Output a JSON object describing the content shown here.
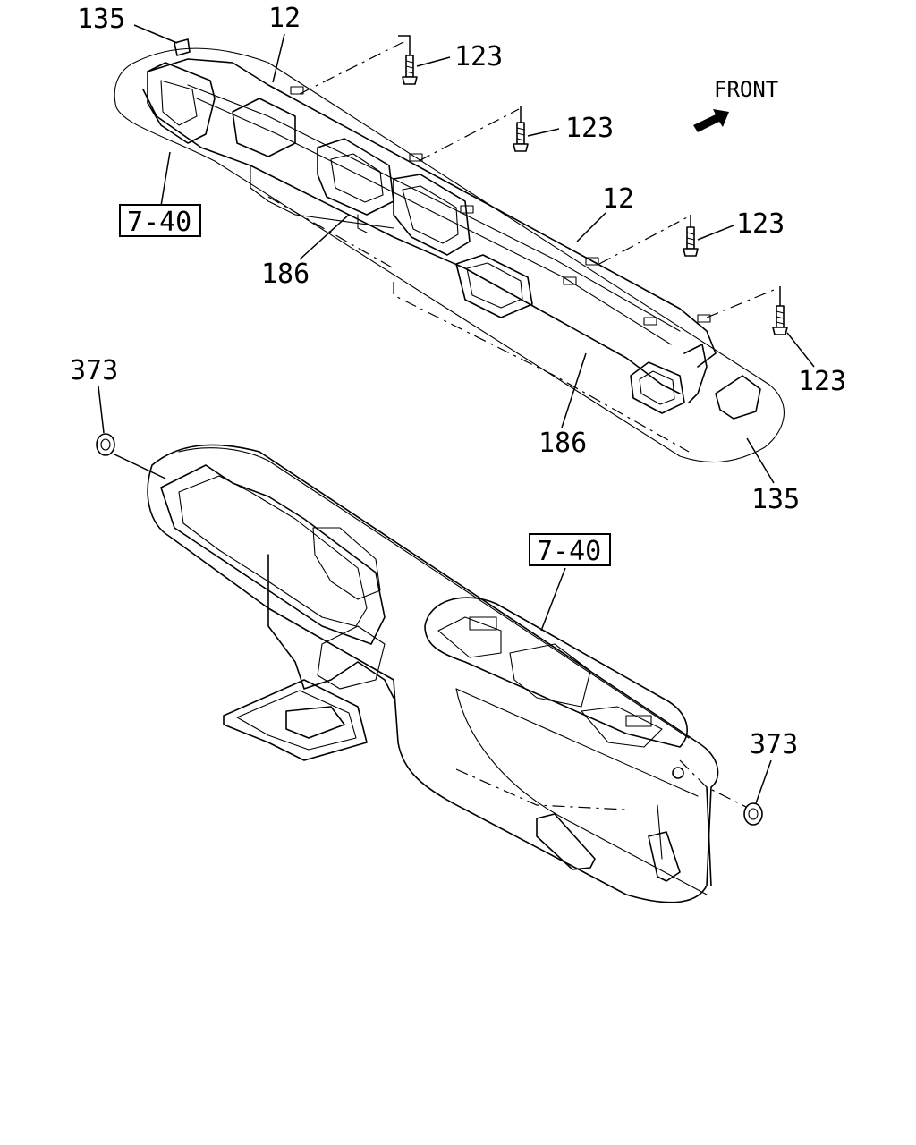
{
  "callouts": {
    "p135_top": "135",
    "p12_top": "12",
    "p123_a": "123",
    "p123_b": "123",
    "p12_right": "12",
    "p123_c": "123",
    "p123_d": "123",
    "p186_left": "186",
    "p186_right": "186",
    "p135_bottom": "135",
    "p373_left": "373",
    "p373_right": "373"
  },
  "references": {
    "ref_upper": "7-40",
    "ref_lower": "7-40"
  },
  "direction": {
    "front_label": "FRONT"
  },
  "icons": {
    "front_arrow": "arrow-icon",
    "screw": "screw-icon",
    "grommet": "grommet-icon"
  }
}
